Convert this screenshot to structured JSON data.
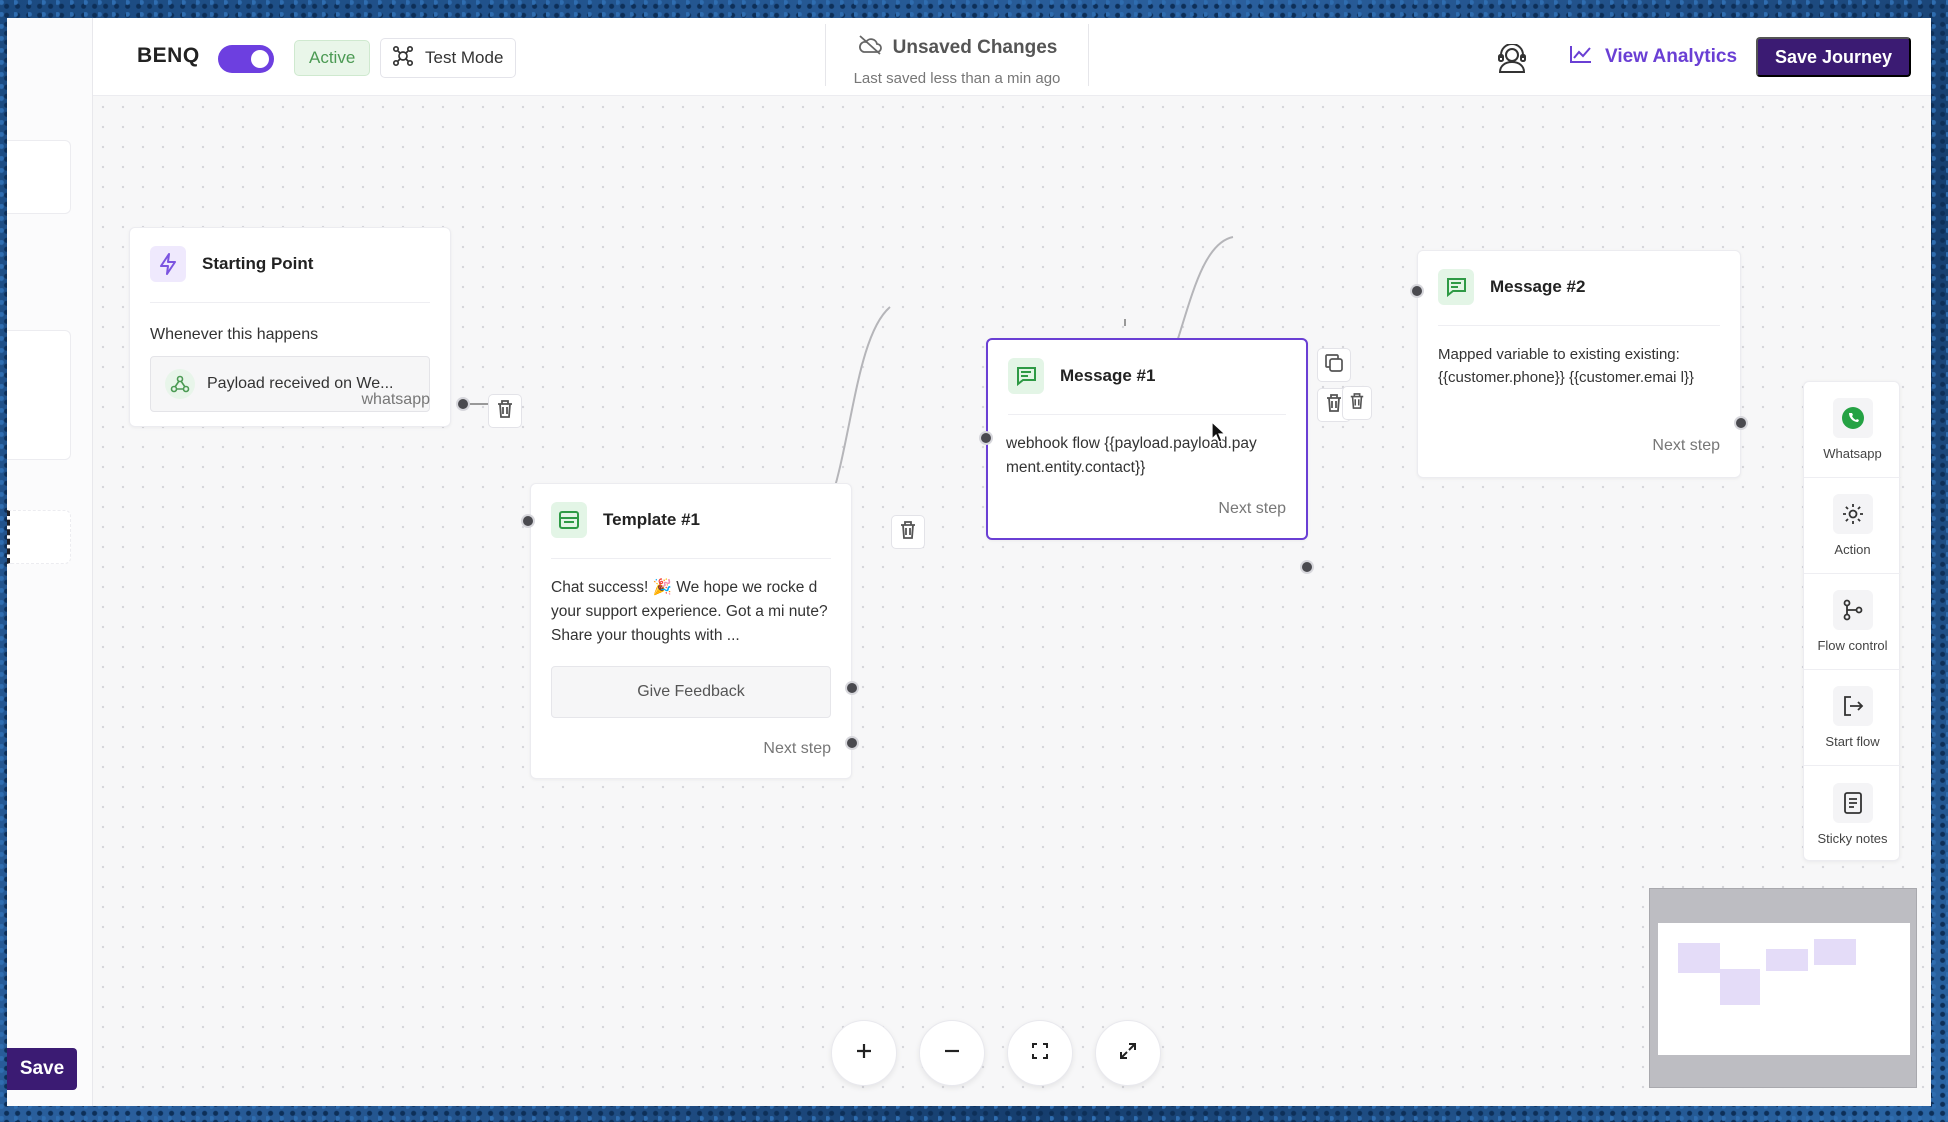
{
  "topbar": {
    "brand": "BENQ",
    "active_label": "Active",
    "test_mode_label": "Test Mode",
    "save_status_title": "Unsaved Changes",
    "save_status_sub": "Last saved less than a min ago",
    "view_analytics_label": "View Analytics",
    "save_journey_label": "Save Journey"
  },
  "sidebar": {
    "save_label": "Save"
  },
  "nodes": {
    "start": {
      "title": "Starting Point",
      "trigger_heading": "Whenever this happens",
      "trigger_value": "Payload received on We...",
      "output_label": "whatsapp"
    },
    "template1": {
      "title": "Template #1",
      "body": "Chat success! 🎉 We hope we rocke d your support experience. Got a mi nute? Share your thoughts with ...",
      "button_label": "Give Feedback",
      "next_label": "Next step"
    },
    "message1": {
      "title": "Message #1",
      "body": "webhook flow {{payload.payload.pay ment.entity.contact}}",
      "next_label": "Next step"
    },
    "message2": {
      "title": "Message #2",
      "body": "Mapped variable to existing existing: {{customer.phone}} {{customer.emai l}}",
      "next_label": "Next step"
    }
  },
  "palette": {
    "items": [
      {
        "label": "Whatsapp",
        "icon": "whatsapp-icon"
      },
      {
        "label": "Action",
        "icon": "gear-icon"
      },
      {
        "label": "Flow control",
        "icon": "branch-icon"
      },
      {
        "label": "Start flow",
        "icon": "exit-icon"
      },
      {
        "label": "Sticky notes",
        "icon": "note-icon"
      }
    ]
  },
  "zoom_controls": [
    "zoom-in",
    "zoom-out",
    "fit-view",
    "fullscreen"
  ],
  "colors": {
    "brand_purple": "#3b1b73",
    "accent_purple": "#6a3fd4",
    "active_green": "#4b9a53",
    "whatsapp_green": "#25a244"
  }
}
